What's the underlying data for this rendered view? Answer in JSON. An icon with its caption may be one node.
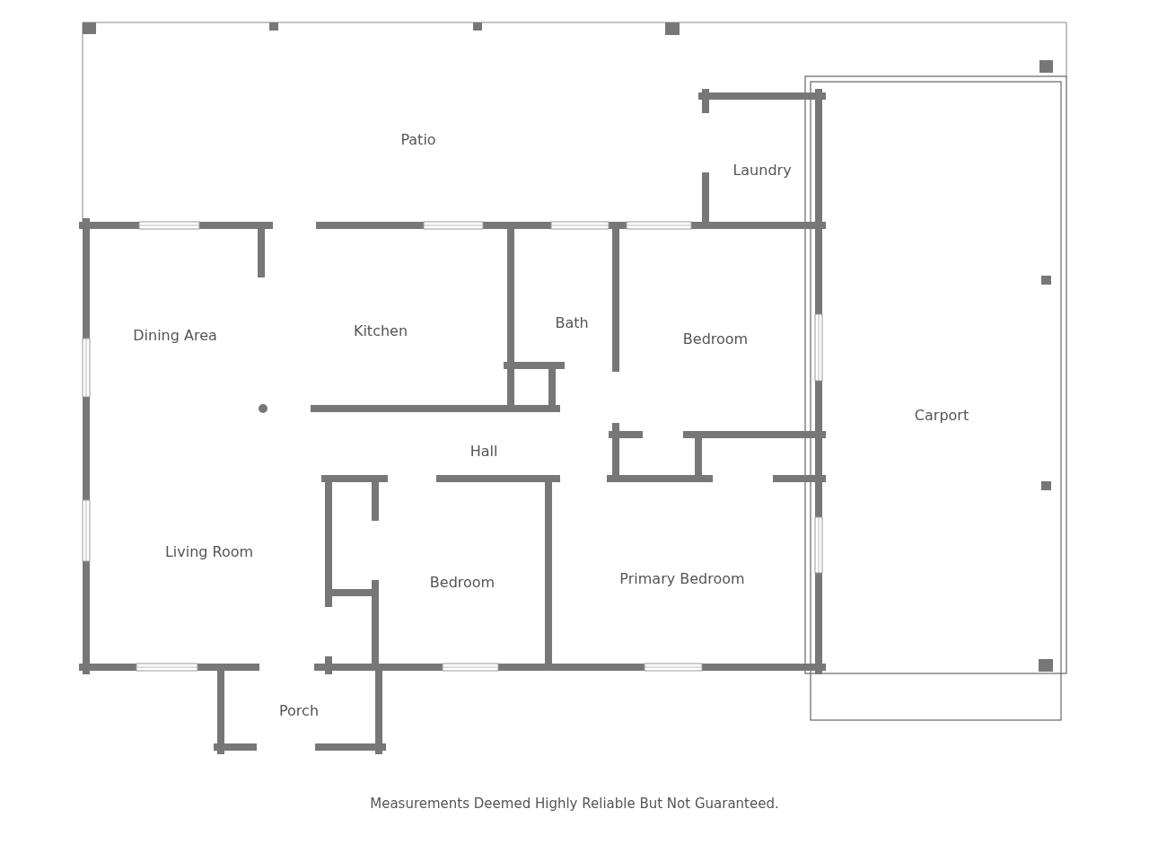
{
  "diagram": {
    "caption": "Measurements Deemed Highly Reliable But Not Guaranteed.",
    "nodes": [
      {
        "text": [
          "Patio"
        ]
      },
      {
        "text": [
          "Laundry"
        ]
      },
      {
        "text": [
          "Dining Area"
        ]
      },
      {
        "text": [
          "Kitchen"
        ]
      },
      {
        "text": [
          "Bath"
        ]
      },
      {
        "text": [
          "Bedroom"
        ]
      },
      {
        "text": [
          "Carport"
        ]
      },
      {
        "text": [
          "Hall"
        ]
      },
      {
        "text": [
          "Living Room"
        ]
      },
      {
        "text": [
          "Bedroom"
        ]
      },
      {
        "text": [
          "Primary Bedroom"
        ]
      },
      {
        "text": [
          "Porch"
        ]
      }
    ]
  }
}
